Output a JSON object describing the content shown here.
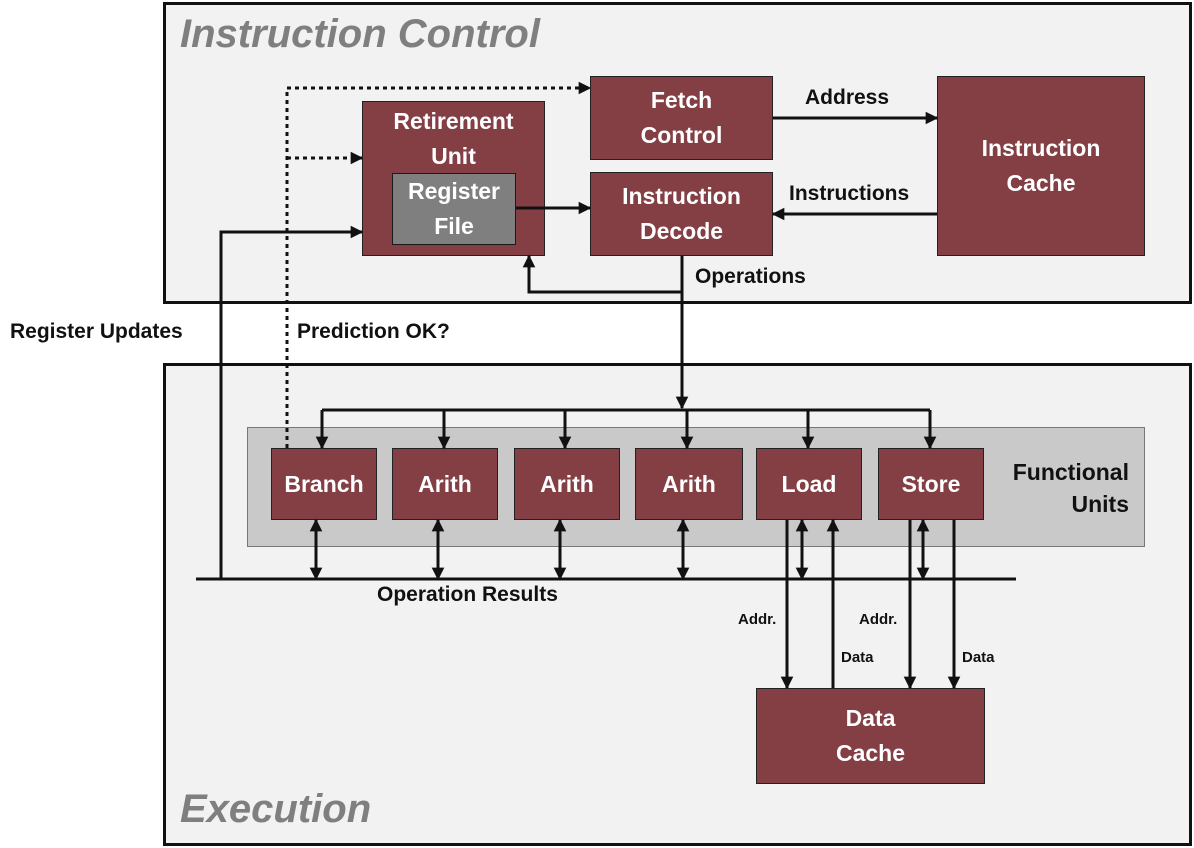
{
  "panels": {
    "instruction_control": "Instruction Control",
    "execution": "Execution"
  },
  "boxes": {
    "retirement_unit": "Retirement Unit",
    "register_file": "Register File",
    "fetch_control": "Fetch Control",
    "instruction_decode": "Instruction Decode",
    "instruction_cache": "Instruction Cache",
    "data_cache": "Data Cache"
  },
  "functional_units": {
    "band_label": "Functional Units",
    "units": [
      "Branch",
      "Arith",
      "Arith",
      "Arith",
      "Load",
      "Store"
    ]
  },
  "labels": {
    "address": "Address",
    "instructions": "Instructions",
    "operations": "Operations",
    "register_updates": "Register Updates",
    "prediction_ok": "Prediction OK?",
    "operation_results": "Operation Results",
    "load_addr": "Addr.",
    "load_data": "Data",
    "store_addr": "Addr.",
    "store_data": "Data"
  }
}
